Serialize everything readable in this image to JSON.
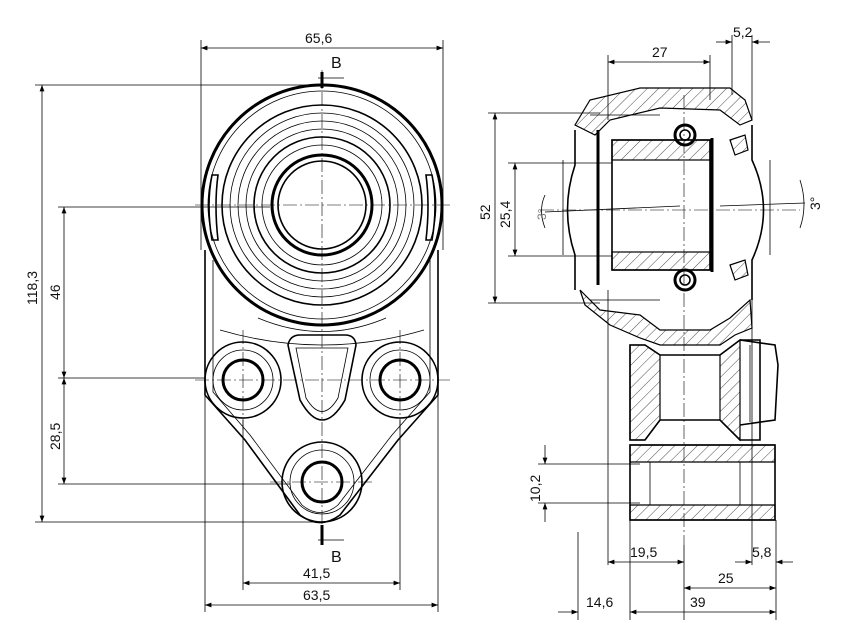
{
  "front_view": {
    "section_label_top": "B",
    "section_label_bottom": "B",
    "dims": {
      "top_width": "65,6",
      "total_height": "118,3",
      "upper_height": "46",
      "lower_height": "28,5",
      "bolt_spacing": "41,5",
      "base_width": "63,5"
    }
  },
  "side_view": {
    "dims": {
      "top_27": "27",
      "top_5_2": "5,2",
      "outer_diameter": "52",
      "bore_diameter": "25,4",
      "angle_left": "3°",
      "angle_right": "3°",
      "port_10_2": "10,2",
      "bottom_19_5": "19,5",
      "bottom_5_8": "5,8",
      "bottom_25": "25",
      "bottom_14_6": "14,6",
      "bottom_39": "39"
    }
  }
}
